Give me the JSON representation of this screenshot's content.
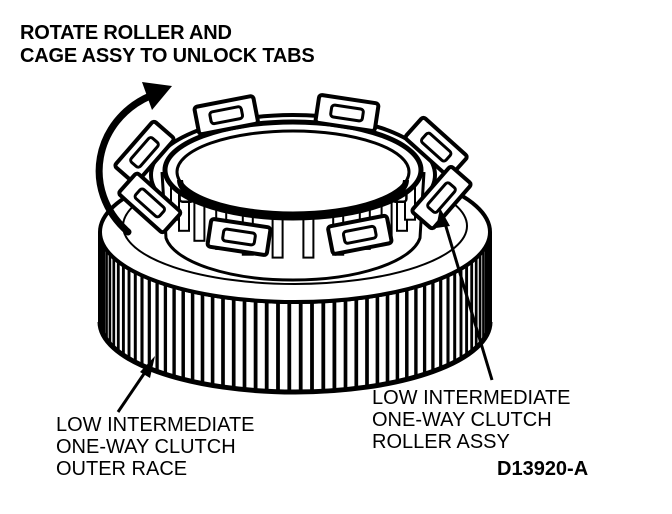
{
  "instruction": {
    "line1": "ROTATE ROLLER AND",
    "line2": "CAGE ASSY TO UNLOCK TABS"
  },
  "callouts": {
    "outer_race": {
      "line1": "LOW INTERMEDIATE",
      "line2": "ONE-WAY CLUTCH",
      "line3": "OUTER RACE"
    },
    "roller_assy": {
      "line1": "LOW INTERMEDIATE",
      "line2": "ONE-WAY CLUTCH",
      "line3": "ROLLER ASSY"
    }
  },
  "figure_id": "D13920-A",
  "colors": {
    "ink": "#000000",
    "paper": "#ffffff"
  },
  "icons": [
    "rotation-arrow-icon"
  ]
}
